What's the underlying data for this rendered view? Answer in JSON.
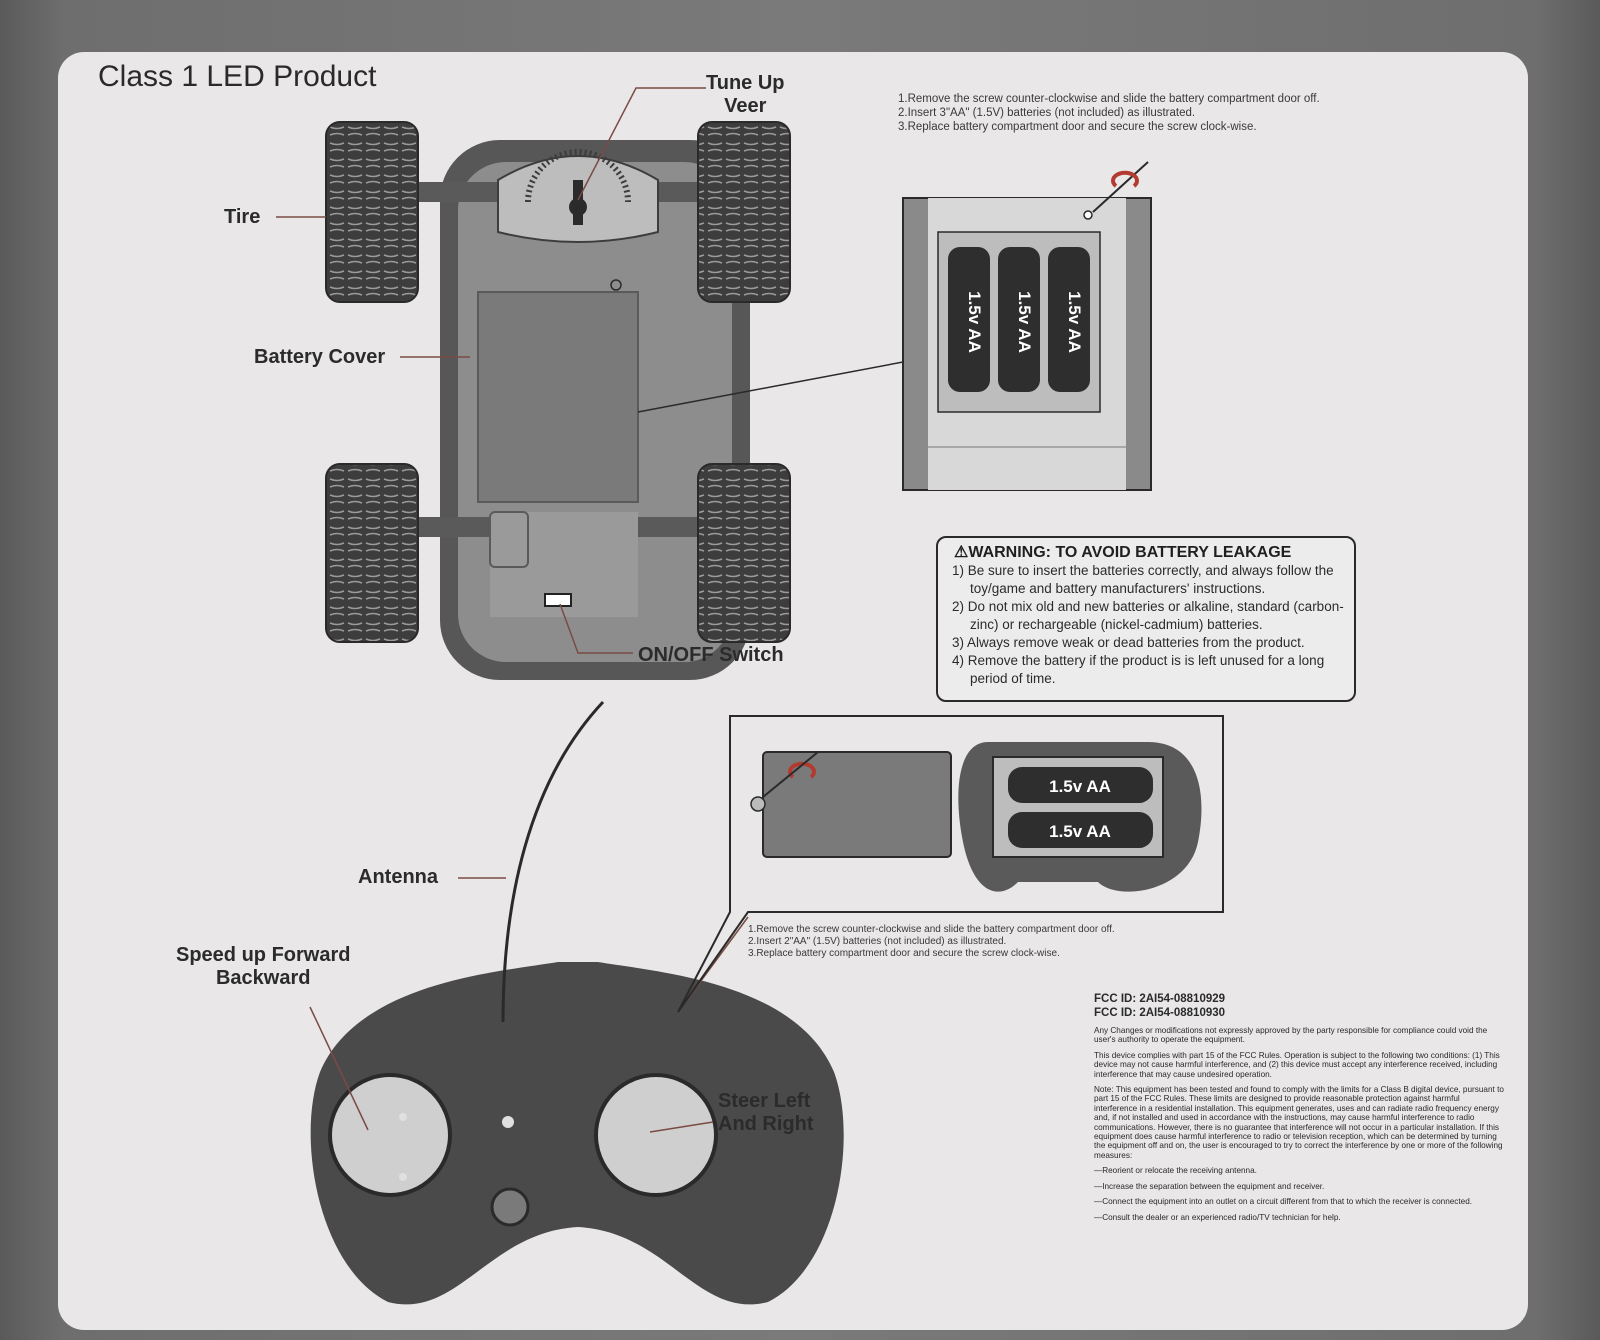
{
  "title": "Class 1 LED Product",
  "labels": {
    "tune_up_veer_line1": "Tune Up",
    "tune_up_veer_line2": "Veer",
    "tire": "Tire",
    "battery_cover": "Battery Cover",
    "on_off_switch": "ON/OFF Switch",
    "antenna": "Antenna",
    "speed_line1": "Speed up Forward",
    "speed_line2": "Backward",
    "steer_line1": "Steer Left",
    "steer_line2": "And Right"
  },
  "car_instructions": [
    "1.Remove the screw counter-clockwise and slide the battery compartment door off.",
    "2.Insert 3\"AA\" (1.5V) batteries (not included) as illustrated.",
    "3.Replace battery compartment door and secure the screw clock-wise."
  ],
  "remote_instructions": [
    "1.Remove the screw counter-clockwise and slide the battery compartment door off.",
    "2.Insert 2\"AA\" (1.5V) batteries (not included)  as illustrated.",
    "3.Replace battery compartment door and secure the screw clock-wise."
  ],
  "battery_label": "1.5v AA",
  "warning": {
    "title": "WARNING: TO AVOID BATTERY LEAKAGE",
    "items": [
      "1) Be sure to insert the batteries correctly, and always follow the toy/game and battery manufacturers' instructions.",
      "2) Do not mix old and new batteries or alkaline, standard (carbon-zinc) or rechargeable (nickel-cadmium) batteries.",
      "3) Always remove weak or dead batteries from the product.",
      "4) Remove the battery if the product is is left unused for a long period of time."
    ]
  },
  "fcc": {
    "id1": "FCC ID: 2AI54-08810929",
    "id2": "FCC ID: 2AI54-08810930",
    "p1": "Any Changes or modifications not expressly approved by the party responsible for compliance could void the user's authority to operate the equipment.",
    "p2": "This device complies with part 15 of the FCC Rules. Operation is subject to the following two conditions: (1) This device may not cause harmful interference, and (2) this device must accept any interference received, including interference that may cause undesired operation.",
    "p3": "Note: This equipment has been tested and found to comply with the limits for a Class B digital device, pursuant to part 15 of the FCC Rules. These limits are designed to provide reasonable protection against harmful interference in a residential installation. This equipment generates, uses and can radiate radio frequency energy and, if not installed and used in accordance with the instructions, may cause harmful interference to radio communications. However, there is no guarantee that interference will not occur in a particular installation. If this equipment does cause harmful interference to radio or television reception, which can be determined by turning the equipment off and on, the user is encouraged to try to correct the interference by one or more of the following measures:",
    "m1": "—Reorient or relocate the receiving antenna.",
    "m2": "—Increase the separation between the equipment and receiver.",
    "m3": "—Connect the equipment into an outlet on a circuit different from that to which the receiver is connected.",
    "m4": "—Consult the dealer or an experienced radio/TV technician for help."
  },
  "colors": {
    "panel": "#e9e7e8",
    "dark": "#3a3a3a",
    "accent_red": "#b23a2e"
  }
}
